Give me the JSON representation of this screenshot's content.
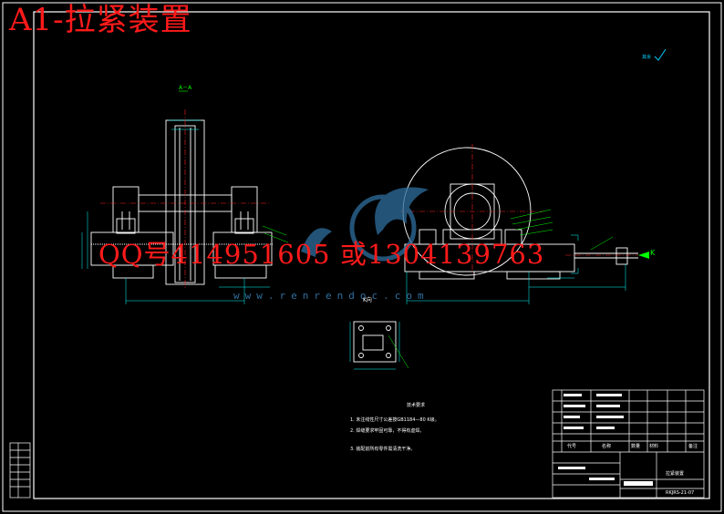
{
  "overlay": {
    "title": "A1-拉紧装置",
    "contact": "QQ号414951605 或1304139763",
    "watermark_url": "www.renrendoc.com"
  },
  "drawing": {
    "section_label": "A－A",
    "view_label": "K向",
    "surface_roughness": "其余",
    "notes_title": "技术要求",
    "notes": [
      "1. 未注线性尺寸公差按GB1184—80 K级。",
      "2. 焊缝要求牢固可靠，不得有虚焊。",
      "3. 装配前所有零件需清洗干净。"
    ],
    "direction_marker": "K"
  },
  "title_block": {
    "col_code": "代号",
    "col_name": "名称",
    "col_qty": "数量",
    "col_material": "材料",
    "col_remark": "备注",
    "drawing_name": "拉紧装置",
    "drawing_no": "RKJRS-21-07"
  },
  "colors": {
    "frame": "#ffffff",
    "geometry": "#ffffff",
    "dimension": "#00ffff",
    "centerline": "#ff2020",
    "leader": "#00ff00",
    "accent_cyan": "#00cfff",
    "watermark": "#2f6f9f",
    "overlay_text": "#ff1a1a"
  }
}
